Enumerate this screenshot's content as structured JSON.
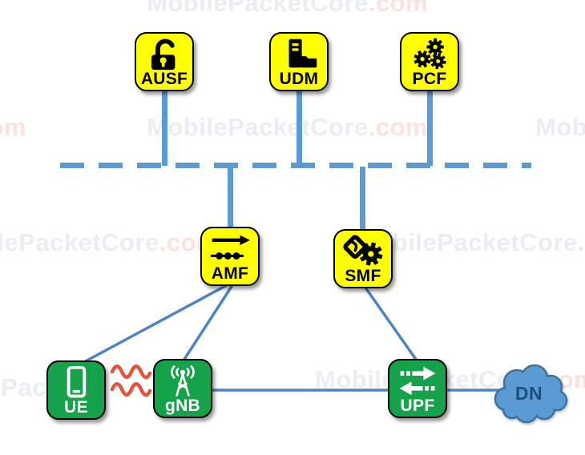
{
  "watermark": {
    "main": "MobilePacketCore",
    "suffix": ".com"
  },
  "nodes": {
    "ausf": {
      "label": "AUSF",
      "icon": "open-padlock-icon",
      "color": "#FFFF00"
    },
    "udm": {
      "label": "UDM",
      "icon": "server-folder-icon",
      "color": "#FFFF00"
    },
    "pcf": {
      "label": "PCF",
      "icon": "three-gears-icon",
      "color": "#FFFF00"
    },
    "amf": {
      "label": "AMF",
      "icon": "mobility-arrow-dots-icon",
      "color": "#FFFF00"
    },
    "smf": {
      "label": "SMF",
      "icon": "gear-tag-icon",
      "color": "#FFFF00"
    },
    "ue": {
      "label": "UE",
      "icon": "smartphone-icon",
      "color": "#16A24B"
    },
    "gnb": {
      "label": "gNB",
      "icon": "antenna-tower-icon",
      "color": "#16A24B"
    },
    "upf": {
      "label": "UPF",
      "icon": "bidirectional-arrows-icon",
      "color": "#16A24B"
    },
    "dn": {
      "label": "DN",
      "icon": "cloud-shape",
      "color": "#5B9BD5"
    }
  },
  "colors": {
    "bus_connector": "#5B9BD5",
    "link_line": "#4D84C4",
    "radio_wave": "#E8523C",
    "cloud_fill": "#5B9BD5",
    "cloud_stroke": "#41719C",
    "dn_text": "#1F4E79",
    "nf_yellow": "#FFFF00",
    "ran_green": "#16A24B"
  }
}
